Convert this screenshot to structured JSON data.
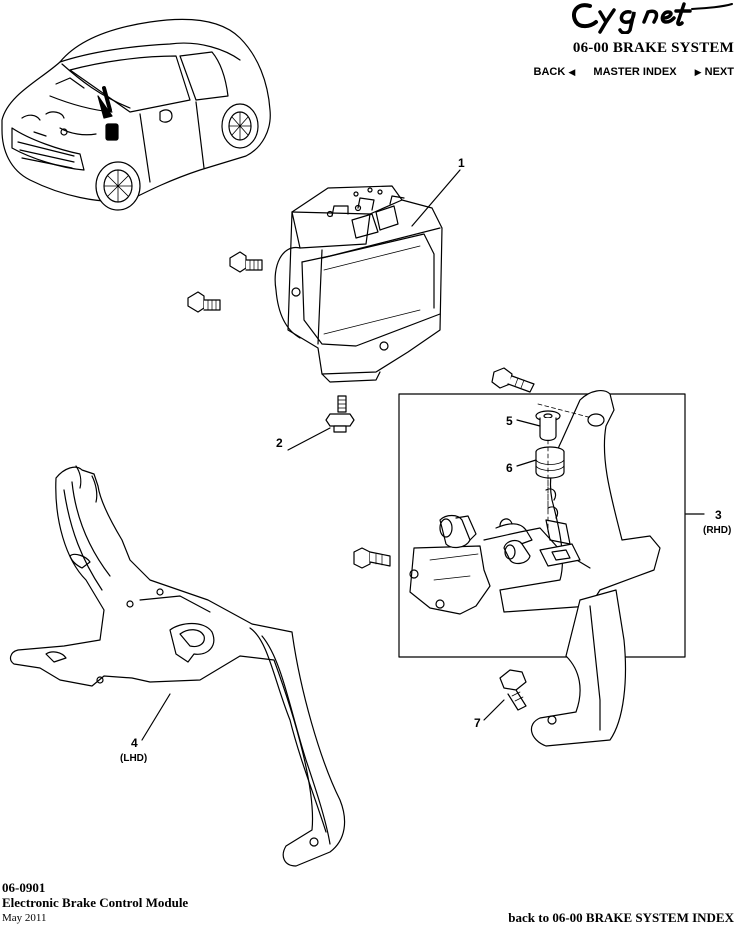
{
  "brand": "Cygnet",
  "section_title": "06-00 BRAKE SYSTEM",
  "nav": {
    "back": "BACK",
    "master_index": "MASTER INDEX",
    "next": "NEXT"
  },
  "callouts": {
    "c1": "1",
    "c2": "2",
    "c3": "3",
    "c3_note": "(RHD)",
    "c4": "4",
    "c4_note": "(LHD)",
    "c5": "5",
    "c6": "6",
    "c7": "7"
  },
  "footer": {
    "ref_code": "06-0901",
    "title": "Electronic Brake Control Module",
    "date": "May 2011",
    "back_link": "back to 06-00 BRAKE SYSTEM INDEX"
  }
}
